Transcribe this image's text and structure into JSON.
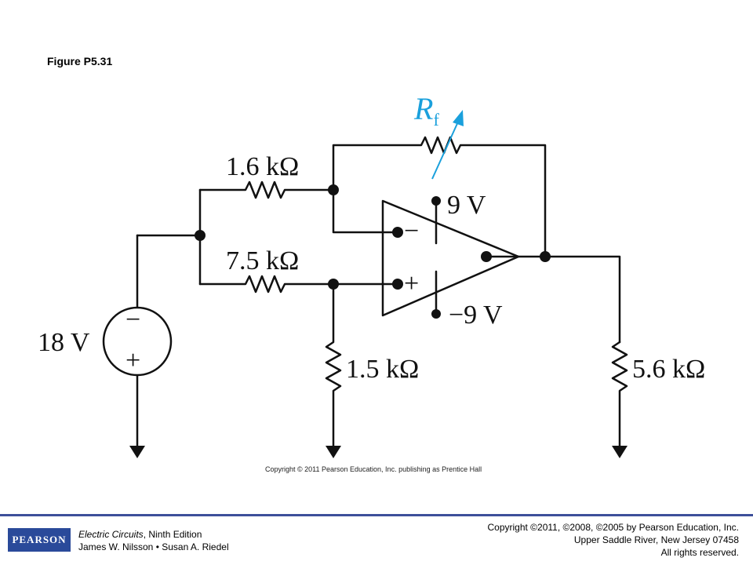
{
  "figure_title": "Figure P5.31",
  "circuit": {
    "source_label": "18 V",
    "source_minus": "−",
    "source_plus": "+",
    "r_top_label": "1.6 kΩ",
    "r_bottom_label": "7.5 kΩ",
    "r_ground_label": "1.5 kΩ",
    "r_load_label": "5.6 kΩ",
    "rf_label": "R",
    "rf_subscript": "f",
    "opamp_inverting": "−",
    "opamp_noninverting": "+",
    "supply_pos": "9 V",
    "supply_neg": "−9 V",
    "accent_color": "#1aa0dc"
  },
  "figure_copyright": "Copyright © 2011 Pearson Education, Inc. publishing as Prentice Hall",
  "footer": {
    "logo_text": "PEARSON",
    "book_title": "Electric Circuits",
    "book_edition": ", Ninth Edition",
    "authors": "James W. Nilsson • Susan A. Riedel",
    "copyright_line1": "Copyright ©2011, ©2008, ©2005 by Pearson Education, Inc.",
    "copyright_line2": "Upper Saddle River, New Jersey 07458",
    "copyright_line3": "All rights reserved."
  }
}
